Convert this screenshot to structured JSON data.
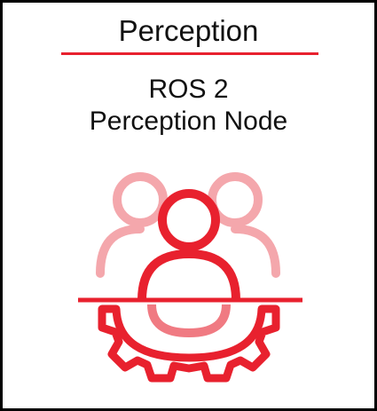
{
  "card": {
    "title": "Perception",
    "subtitle_line1": "ROS 2",
    "subtitle_line2": "Perception Node"
  },
  "icon": {
    "name": "team-gear-icon"
  },
  "colors": {
    "accent": "#e8212e",
    "accent_light": "#f4a7ac",
    "accent_mid": "#f07a82",
    "border": "#000000",
    "text": "#111111"
  }
}
